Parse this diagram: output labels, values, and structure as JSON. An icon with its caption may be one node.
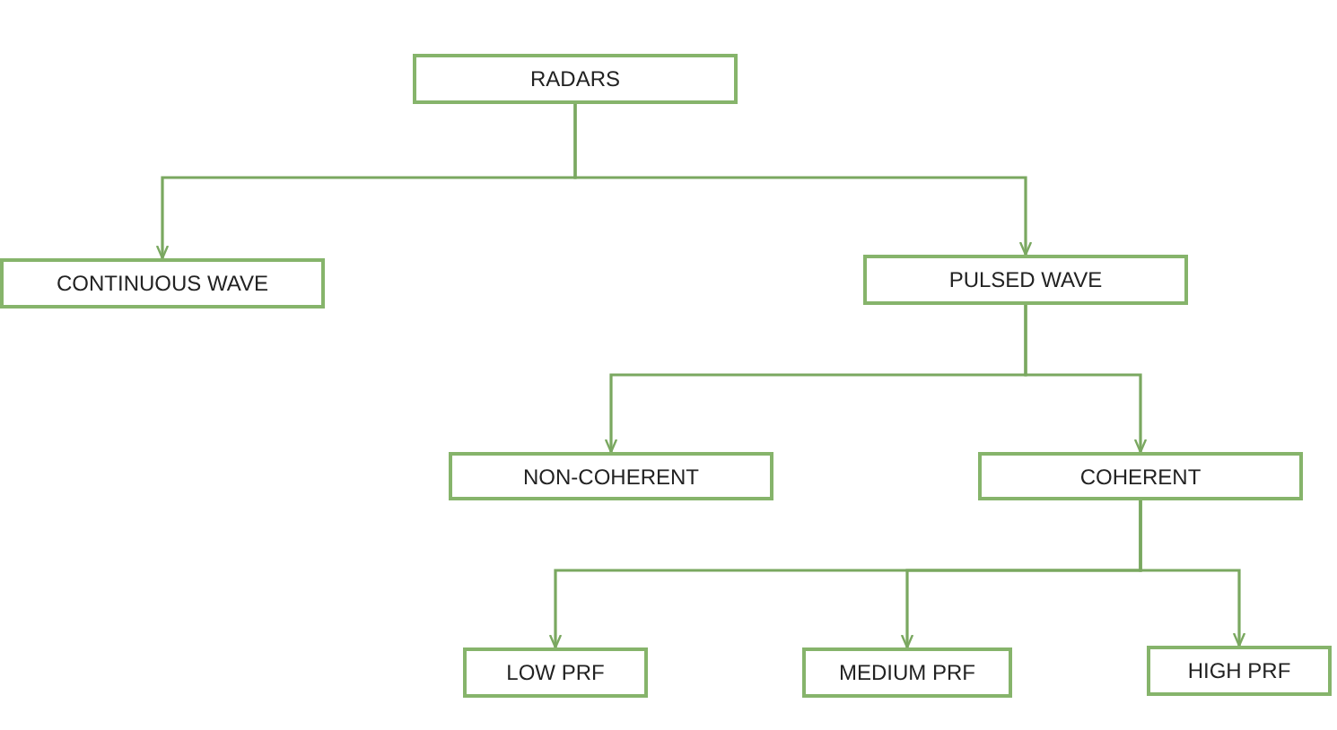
{
  "diagram": {
    "nodes": [
      {
        "text": [
          "RADARS"
        ]
      },
      {
        "text": [
          "CONTINUOUS WAVE"
        ]
      },
      {
        "text": [
          "PULSED WAVE"
        ]
      },
      {
        "text": [
          "NON-COHERENT"
        ]
      },
      {
        "text": [
          "COHERENT"
        ]
      },
      {
        "text": [
          "LOW PRF"
        ]
      },
      {
        "text": [
          "MEDIUM PRF"
        ]
      },
      {
        "text": [
          "HIGH PRF"
        ]
      }
    ],
    "edges": [
      {
        "from": 0,
        "to": 1,
        "arrow": "to"
      },
      {
        "from": 0,
        "to": 2,
        "arrow": "to"
      },
      {
        "from": 2,
        "to": 3,
        "arrow": "to"
      },
      {
        "from": 2,
        "to": 4,
        "arrow": "to"
      },
      {
        "from": 4,
        "to": 5,
        "arrow": "to"
      },
      {
        "from": 4,
        "to": 6,
        "arrow": "to"
      },
      {
        "from": 4,
        "to": 7,
        "arrow": "to"
      }
    ]
  }
}
